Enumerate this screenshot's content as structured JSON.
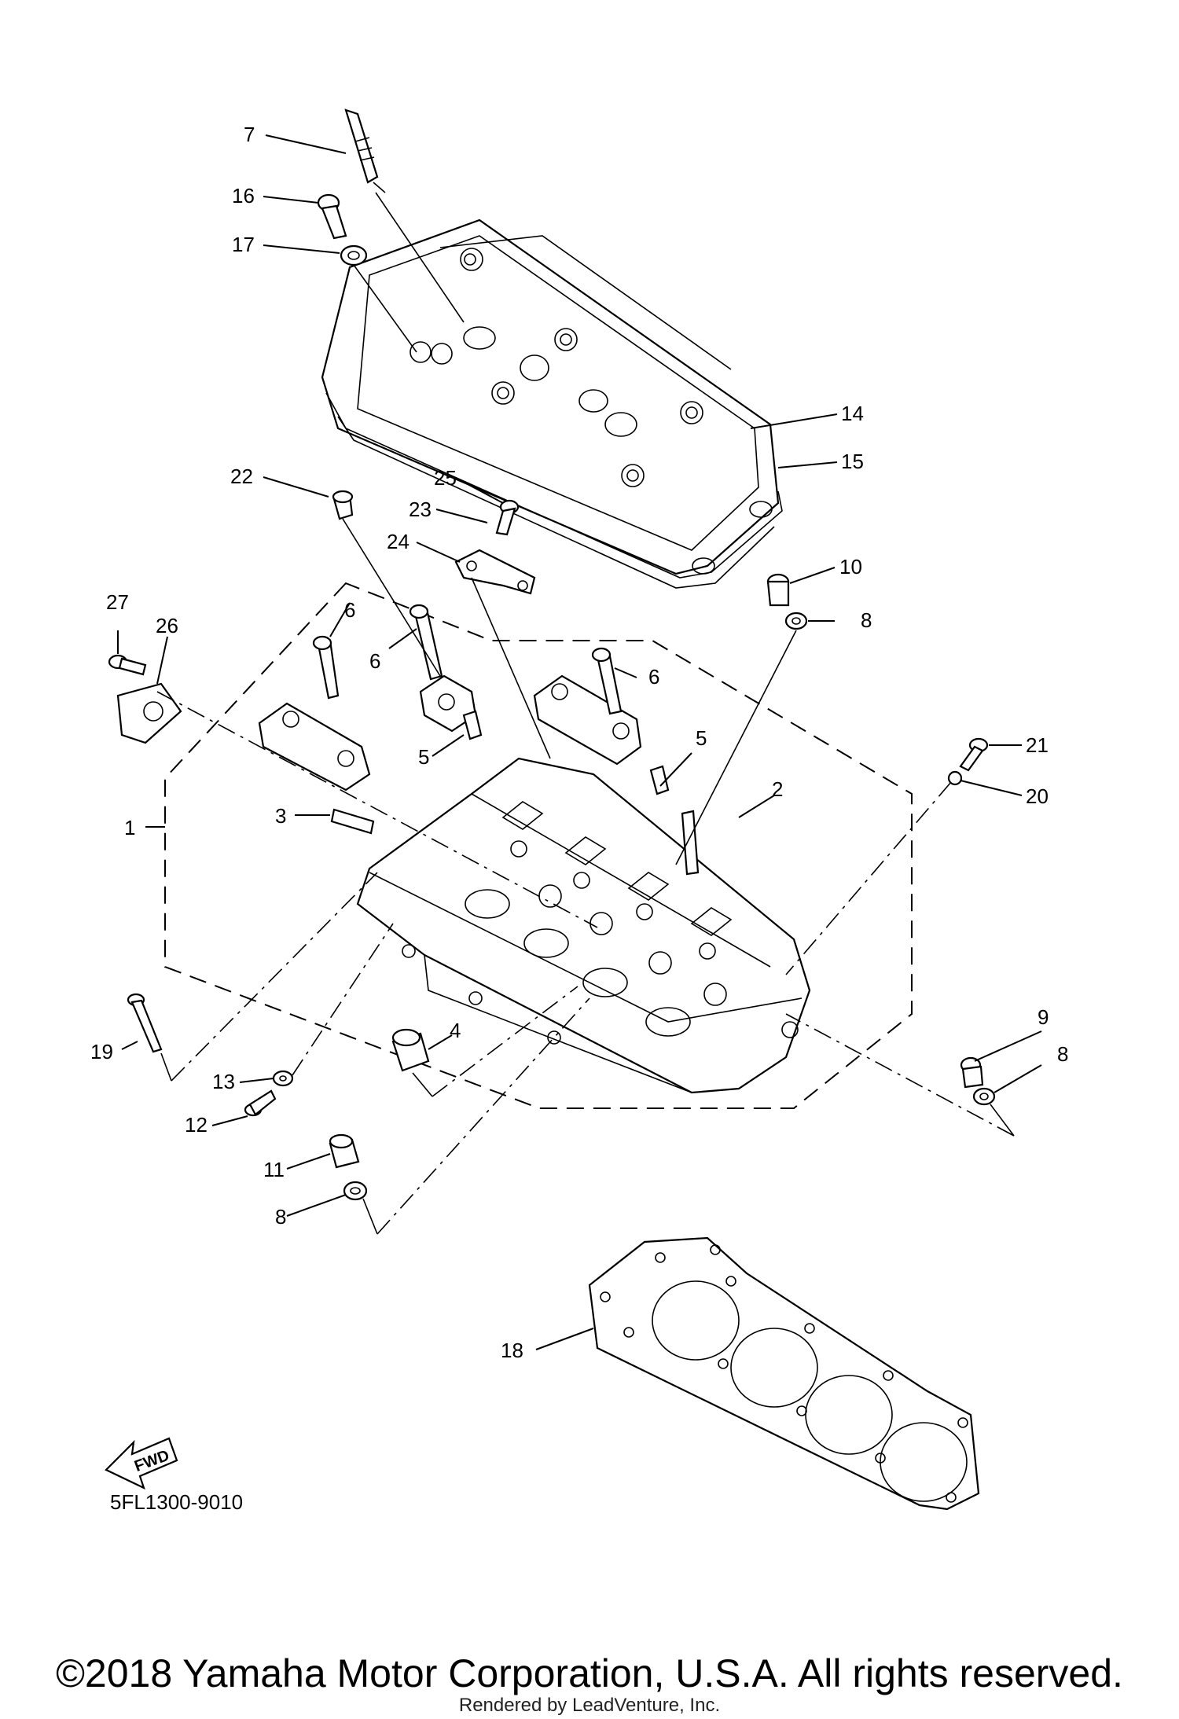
{
  "diagram_code": "5FL1300-9010",
  "fwd_label": "FWD",
  "copyright": "©2018 Yamaha Motor Corporation, U.S.A. All rights reserved.",
  "rendered_by": "Rendered by LeadVenture, Inc.",
  "callouts": [
    "7",
    "16",
    "17",
    "14",
    "15",
    "22",
    "25",
    "23",
    "24",
    "10",
    "8",
    "27",
    "26",
    "6",
    "6",
    "6",
    "5",
    "5",
    "21",
    "20",
    "2",
    "3",
    "1",
    "19",
    "4",
    "9",
    "8",
    "13",
    "12",
    "11",
    "8",
    "18"
  ]
}
